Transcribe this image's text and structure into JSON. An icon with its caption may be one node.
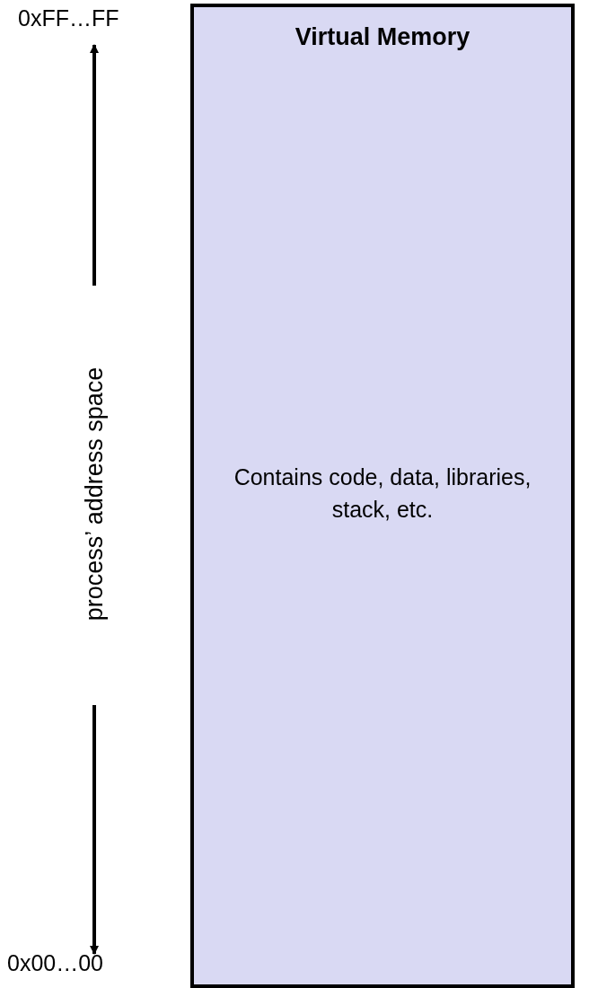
{
  "diagram": {
    "nodes": [
      {
        "text": [
          "Virtual Memory",
          "Contains code, data, libraries, stack, etc."
        ]
      }
    ],
    "edges": [],
    "labels": [
      "0xFF…FF",
      "process’ address space",
      "0x00…00"
    ]
  }
}
